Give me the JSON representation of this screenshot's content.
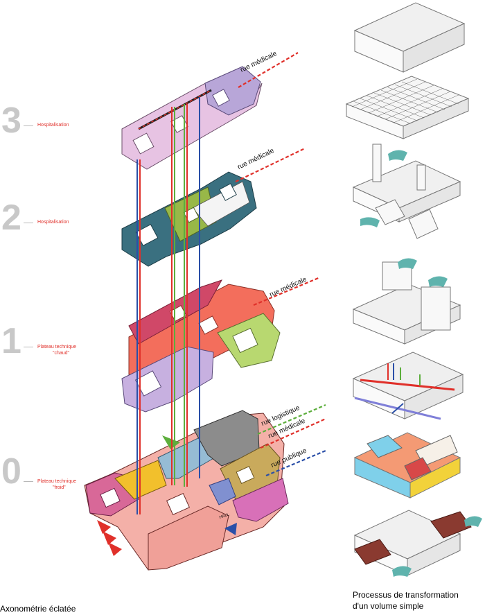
{
  "levels": [
    {
      "number": "3",
      "label": "Hospitalisation"
    },
    {
      "number": "2",
      "label": "Hospitalisation"
    },
    {
      "number": "1",
      "label": "Plateau technique",
      "label_sub": "\"chaud\""
    },
    {
      "number": "0",
      "label": "Plateau technique",
      "label_sub": "\"froid\""
    }
  ],
  "streets": {
    "medicale": "rue  médicale",
    "logistique": "rue  logistique",
    "publique": "rue  publique"
  },
  "hall_label": "HALL",
  "captions": {
    "left": "Axonométrie éclatée",
    "right_line1": "Processus de transformation",
    "right_line2": "d'un volume simple"
  },
  "colors": {
    "red": "#e0302a",
    "blue": "#2a4fa8",
    "green": "#5cae3c",
    "teal_arrow": "#5fb3ad",
    "level3_pink": "#d89ad0",
    "level2_teal": "#2e6a7a",
    "level1_coral": "#f07060",
    "level0_gray": "#8a8a8a"
  }
}
